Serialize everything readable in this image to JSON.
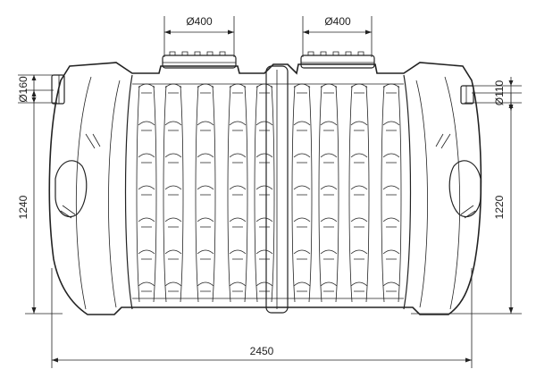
{
  "dimensions": {
    "inlet_diameter": "Ø160",
    "outlet_diameter": "Ø110",
    "manhole_left": "Ø400",
    "manhole_right": "Ø400",
    "height_left": "1240",
    "height_right": "1220",
    "length": "2450"
  },
  "colors": {
    "line": "#222222",
    "background": "#ffffff"
  }
}
